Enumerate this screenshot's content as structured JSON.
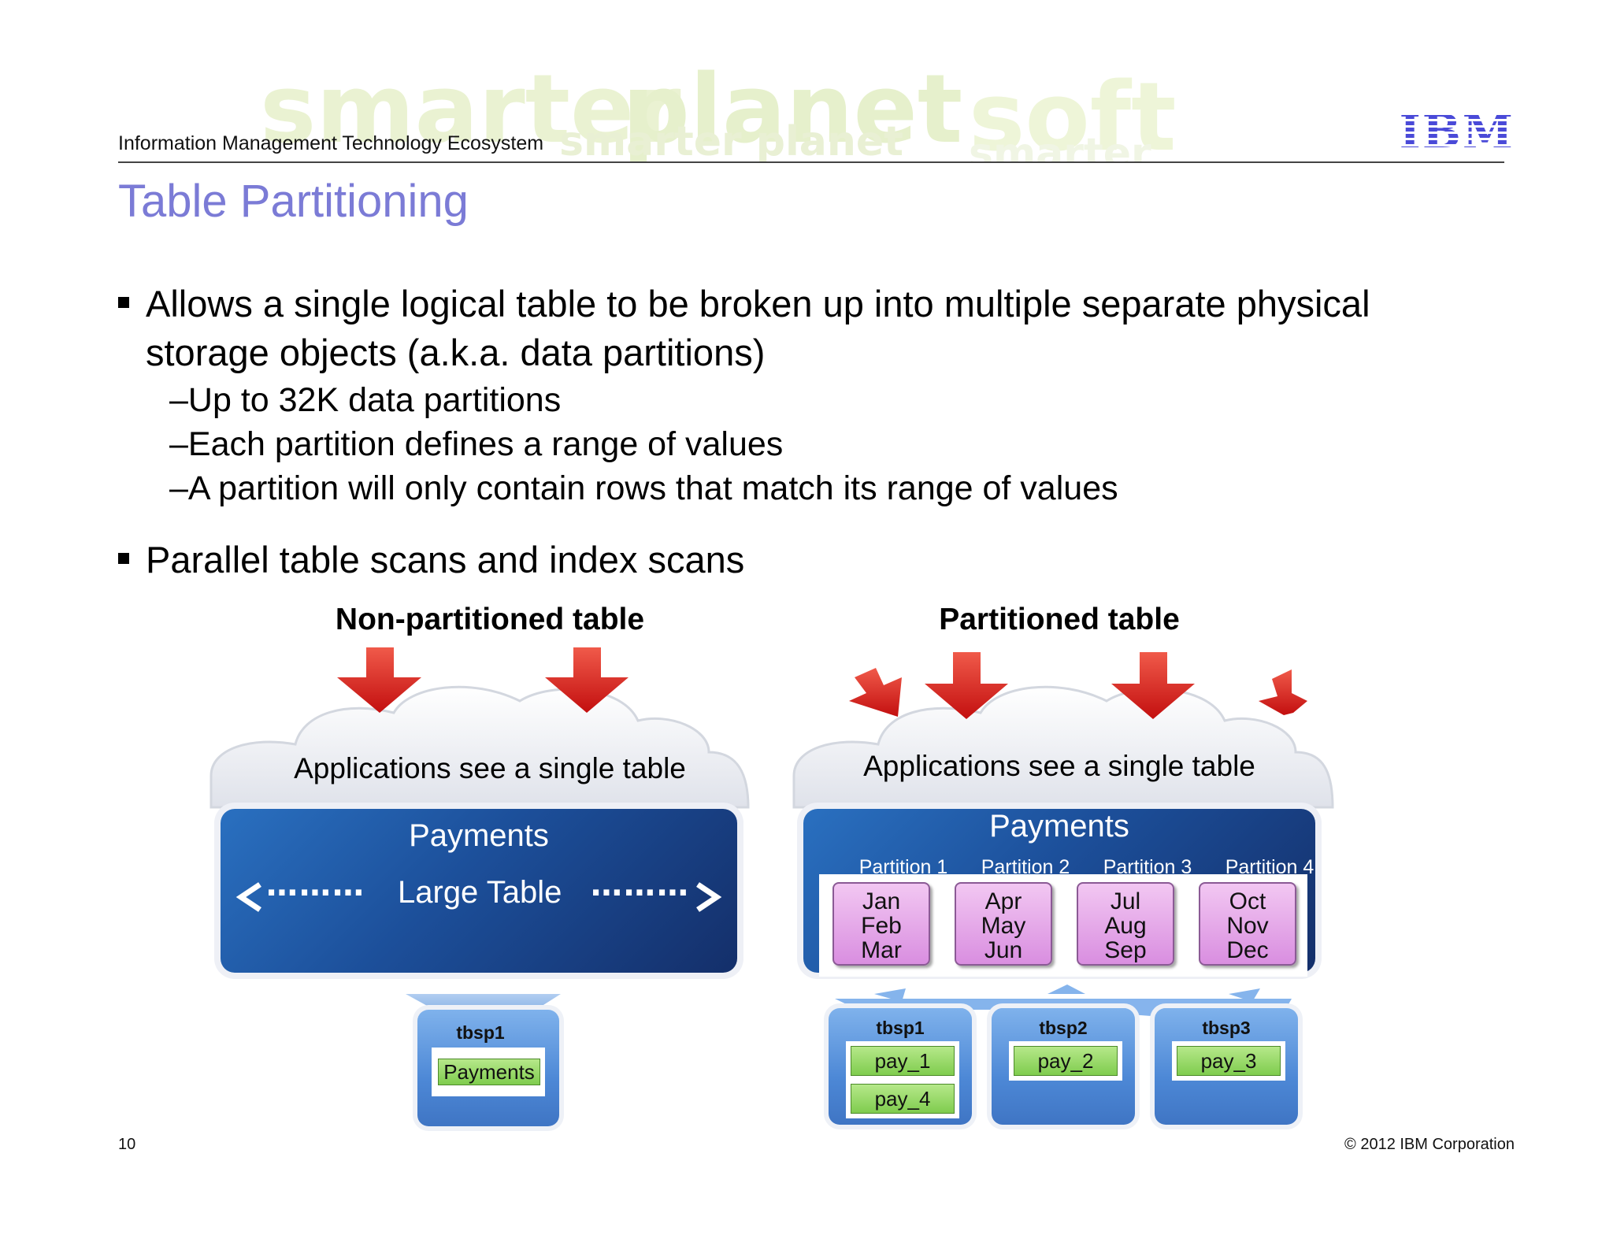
{
  "header": {
    "banner_words": [
      "smarter",
      "planet",
      "soft",
      "smarter planet",
      "smarter"
    ],
    "section": "Information Management Technology Ecosystem",
    "logo": "IBM"
  },
  "slide": {
    "title": "Table Partitioning",
    "bullets": [
      {
        "text": "Allows a single logical table to be broken up into multiple separate physical storage objects (a.k.a. data partitions)",
        "subs": [
          "–Up to 32K data partitions",
          "–Each partition defines a range of values",
          "–A partition will only contain rows that match its range of values"
        ]
      },
      {
        "text": "Parallel table scans and index scans"
      }
    ]
  },
  "diagram": {
    "left": {
      "heading": "Non-partitioned table",
      "cloud_label": "Applications see a single table",
      "table_title": "Payments",
      "table_label": "Large Table",
      "dots_left": "⋯⋯⋯",
      "dots_right": "⋯⋯⋯",
      "tablespace": {
        "name": "tbsp1",
        "objects": [
          "Payments"
        ]
      }
    },
    "right": {
      "heading": "Partitioned table",
      "cloud_label": "Applications see a single table",
      "table_title": "Payments",
      "partitions": [
        {
          "label": "Partition 1",
          "months": [
            "Jan",
            "Feb",
            "Mar"
          ]
        },
        {
          "label": "Partition 2",
          "months": [
            "Apr",
            "May",
            "Jun"
          ]
        },
        {
          "label": "Partition 3",
          "months": [
            "Jul",
            "Aug",
            "Sep"
          ]
        },
        {
          "label": "Partition 4",
          "months": [
            "Oct",
            "Nov",
            "Dec"
          ]
        }
      ],
      "tablespaces": [
        {
          "name": "tbsp1",
          "objects": [
            "pay_1",
            "pay_4"
          ]
        },
        {
          "name": "tbsp2",
          "objects": [
            "pay_2"
          ]
        },
        {
          "name": "tbsp3",
          "objects": [
            "pay_3"
          ]
        }
      ]
    },
    "colors": {
      "arrow": "#d91a1a",
      "table": "#1c4f9a",
      "partition": "#e3a4e6",
      "tablespace": "#4d88d6",
      "object": "#8fd35e"
    }
  },
  "footer": {
    "page_number": "10",
    "copyright": "© 2012 IBM Corporation"
  }
}
